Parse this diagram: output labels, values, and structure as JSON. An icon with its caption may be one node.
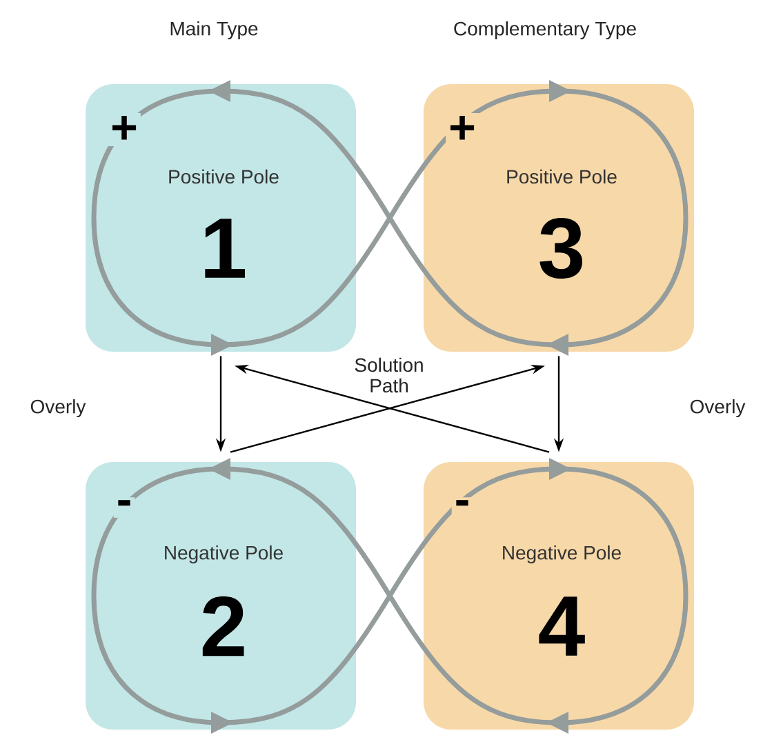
{
  "diagram": {
    "nodes": [
      {
        "text": [
          "+",
          "Positive Pole",
          "1"
        ]
      },
      {
        "text": [
          "+",
          "Positive Pole",
          "3"
        ]
      },
      {
        "text": [
          "-",
          "Negative Pole",
          "2"
        ]
      },
      {
        "text": [
          "-",
          "Negative Pole",
          "4"
        ]
      }
    ],
    "edges": [
      {
        "from": 0,
        "to": 2,
        "arrow": "to"
      },
      {
        "from": 1,
        "to": 3,
        "arrow": "to"
      },
      {
        "from": 2,
        "to": 1,
        "arrow": "to"
      },
      {
        "from": 3,
        "to": 0,
        "arrow": "to"
      }
    ],
    "labels": [
      "Main Type",
      "Complementary Type",
      "Solution Path",
      "Overly",
      "Overly"
    ]
  }
}
